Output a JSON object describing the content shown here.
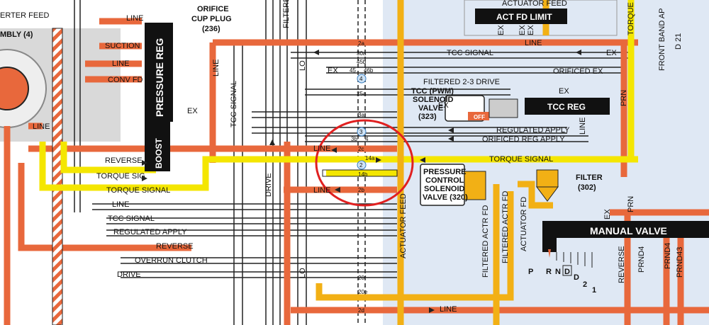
{
  "colors": {
    "line": "#e8683c",
    "line_dark": "#c84818",
    "torque_signal": "#f4e600",
    "actuator_feed": "#f2b015",
    "signal_outline": "#222222",
    "valve_body": "#111111",
    "panel_bg": "#dfe8f4",
    "annotation_circle": "#e02020"
  },
  "labels": {
    "orifice_cup_plug": "ORIFICE",
    "orifice_cup_plug_2": "CUP PLUG",
    "orifice_cup_plug_num": "(236)",
    "converter_feed": "ERTER FEED",
    "assembly": "MBLY (4)",
    "suction": "SUCTION",
    "line": "LINE",
    "conv_fd": "CONV FD",
    "pressure_reg": "PRESSURE REG",
    "boost": "BOOST",
    "ex": "EX",
    "reverse": "REVERSE",
    "torque_sig": "TORQUE SIG",
    "torque_signal": "TORQUE SIGNAL",
    "tcc_signal": "TCC SIGNAL",
    "regulated_apply": "REGULATED APPLY",
    "overrun_clutch": "OVERRUN CLUTCH",
    "drive": "DRIVE",
    "lo": "LO",
    "filtered": "FILTERED",
    "actuator_feed": "ACTUATOR FEED",
    "act_fd_limit": "ACT FD LIMIT",
    "orificed_ex": "ORIFICED EX",
    "filtered_2_3_drive": "FILTERED 2-3 DRIVE",
    "tcc_pwm_1": "TCC (PWM)",
    "tcc_pwm_2": "SOLENOID",
    "tcc_pwm_3": "VALVE",
    "tcc_pwm_4": "(323)",
    "off": "OFF",
    "tcc_reg": "TCC REG",
    "orificed_reg_apply": "ORIFICED REG APPLY",
    "pcs_1": "PRESSURE",
    "pcs_2": "CONTROL",
    "pcs_3": "SOLENOID",
    "pcs_4": "VALVE (320)",
    "filter": "FILTER",
    "filter_num": "(302)",
    "filtered_actr_fd": "FILTERED ACTR FD",
    "actuator_fd": "ACTUATOR FD",
    "manual_valve": "MANUAL VALVE",
    "prn": "PRN",
    "front_band_ap": "FRONT BAND AP",
    "d21": "D 21",
    "prnd4": "PRND4",
    "prnd43": "PRND43",
    "gear_p": "P",
    "gear_r": "R",
    "gear_n": "N",
    "gear_d_box": "D",
    "gear_d": "D",
    "gear_2": "2",
    "gear_1": "1",
    "actuator_feed_top": "ACTUATOR FEED"
  },
  "passages": {
    "p2a": "2a",
    "p30a": "30a",
    "p45b": "45b",
    "p45": "45",
    "p46b": "46b",
    "p4": "4",
    "p25a": "25a",
    "p3a": "3a",
    "p3b": "3b",
    "p3": "3",
    "p4b": "4",
    "p2c": "2c",
    "p14a": "14a",
    "p2": "2",
    "p14b": "14b",
    "p2b": "2b",
    "p20f": "20f",
    "p20e": "20e",
    "p2d": "2d"
  }
}
